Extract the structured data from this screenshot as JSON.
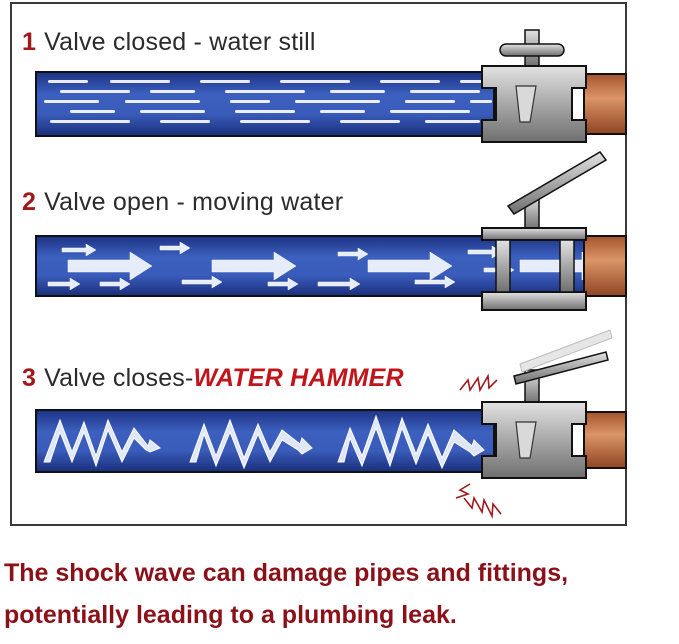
{
  "steps": [
    {
      "number": "1",
      "text": "Valve closed - water still",
      "alert": ""
    },
    {
      "number": "2",
      "text": "Valve open - moving water",
      "alert": ""
    },
    {
      "number": "3",
      "text": "Valve closes-",
      "alert": "WATER HAMMER"
    }
  ],
  "caption": {
    "line1": "The shock wave can damage pipes and fittings,",
    "line2": "potentially leading to a plumbing leak."
  },
  "colors": {
    "pipe_blue": "#2f4ea8",
    "water_streak": "#ffffff",
    "valve_gray": "#9a9a9a",
    "copper": "#c5774a",
    "shock_red": "#a0191b",
    "caption_red": "#8b1018"
  }
}
